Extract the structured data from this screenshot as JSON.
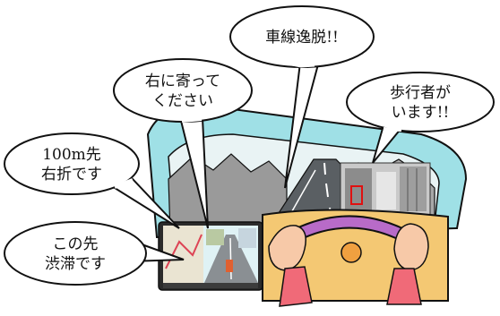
{
  "bubbles": {
    "lane_departure": {
      "line1": "車線逸脱!!"
    },
    "pedestrian": {
      "line1": "歩行者が",
      "line2": "います!!"
    },
    "keep_right": {
      "line1": "右に寄って",
      "line2": "ください"
    },
    "turn_right": {
      "line1": "100m先",
      "line2": "右折です"
    },
    "traffic_jam": {
      "line1": "この先",
      "line2": "渋滞です"
    }
  },
  "icons": [
    "steering-wheel-icon",
    "hand-icon",
    "navigation-screen-icon",
    "camera-image-icon"
  ],
  "colors": {
    "windshield": "#9FE0E6",
    "road": "#5A5F63",
    "mountain": "#9A9A9A",
    "dashboard": "#F4C873",
    "steering": "#B86BC8",
    "sleeve": "#F06A78",
    "hand": "#F7C9A8",
    "outline": "#111111"
  }
}
